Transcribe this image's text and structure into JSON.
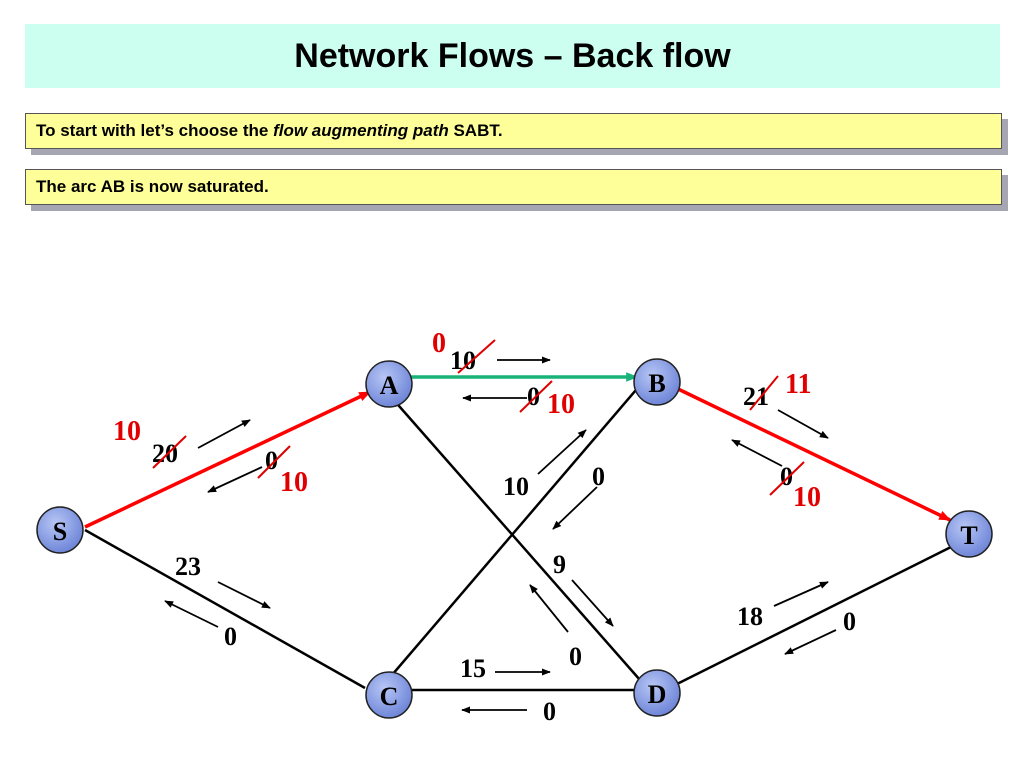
{
  "title": "Network Flows – Back flow",
  "notes": {
    "line1_before": "To start with let’s choose the ",
    "line1_italic": "flow augmenting path",
    "line1_after": " SABT.",
    "line2": "The arc AB is now saturated."
  },
  "colors": {
    "node_fill": "#8a9fe6",
    "edge": "#000000",
    "augmenting_path": "#ff0000",
    "saturated_arc": "#19b37a",
    "updated_value": "#e00000"
  },
  "nodes": {
    "S": "S",
    "A": "A",
    "B": "B",
    "C": "C",
    "D": "D",
    "T": "T"
  },
  "labels": {
    "sa_fwd": "20",
    "sa_fwd_new": "10",
    "sa_back": "0",
    "sa_back_new": "10",
    "ab_fwd": "10",
    "ab_fwd_new": "0",
    "ab_back": "0",
    "ab_back_new": "10",
    "bt_fwd": "21",
    "bt_fwd_new": "11",
    "bt_back": "0",
    "bt_back_new": "10",
    "sc_fwd": "23",
    "sc_back": "0",
    "cb_fwd": "10",
    "cb_back": "0",
    "ad_fwd": "9",
    "ad_back": "0",
    "cd_fwd": "15",
    "cd_back": "0",
    "dt_fwd": "18",
    "dt_back": "0"
  }
}
